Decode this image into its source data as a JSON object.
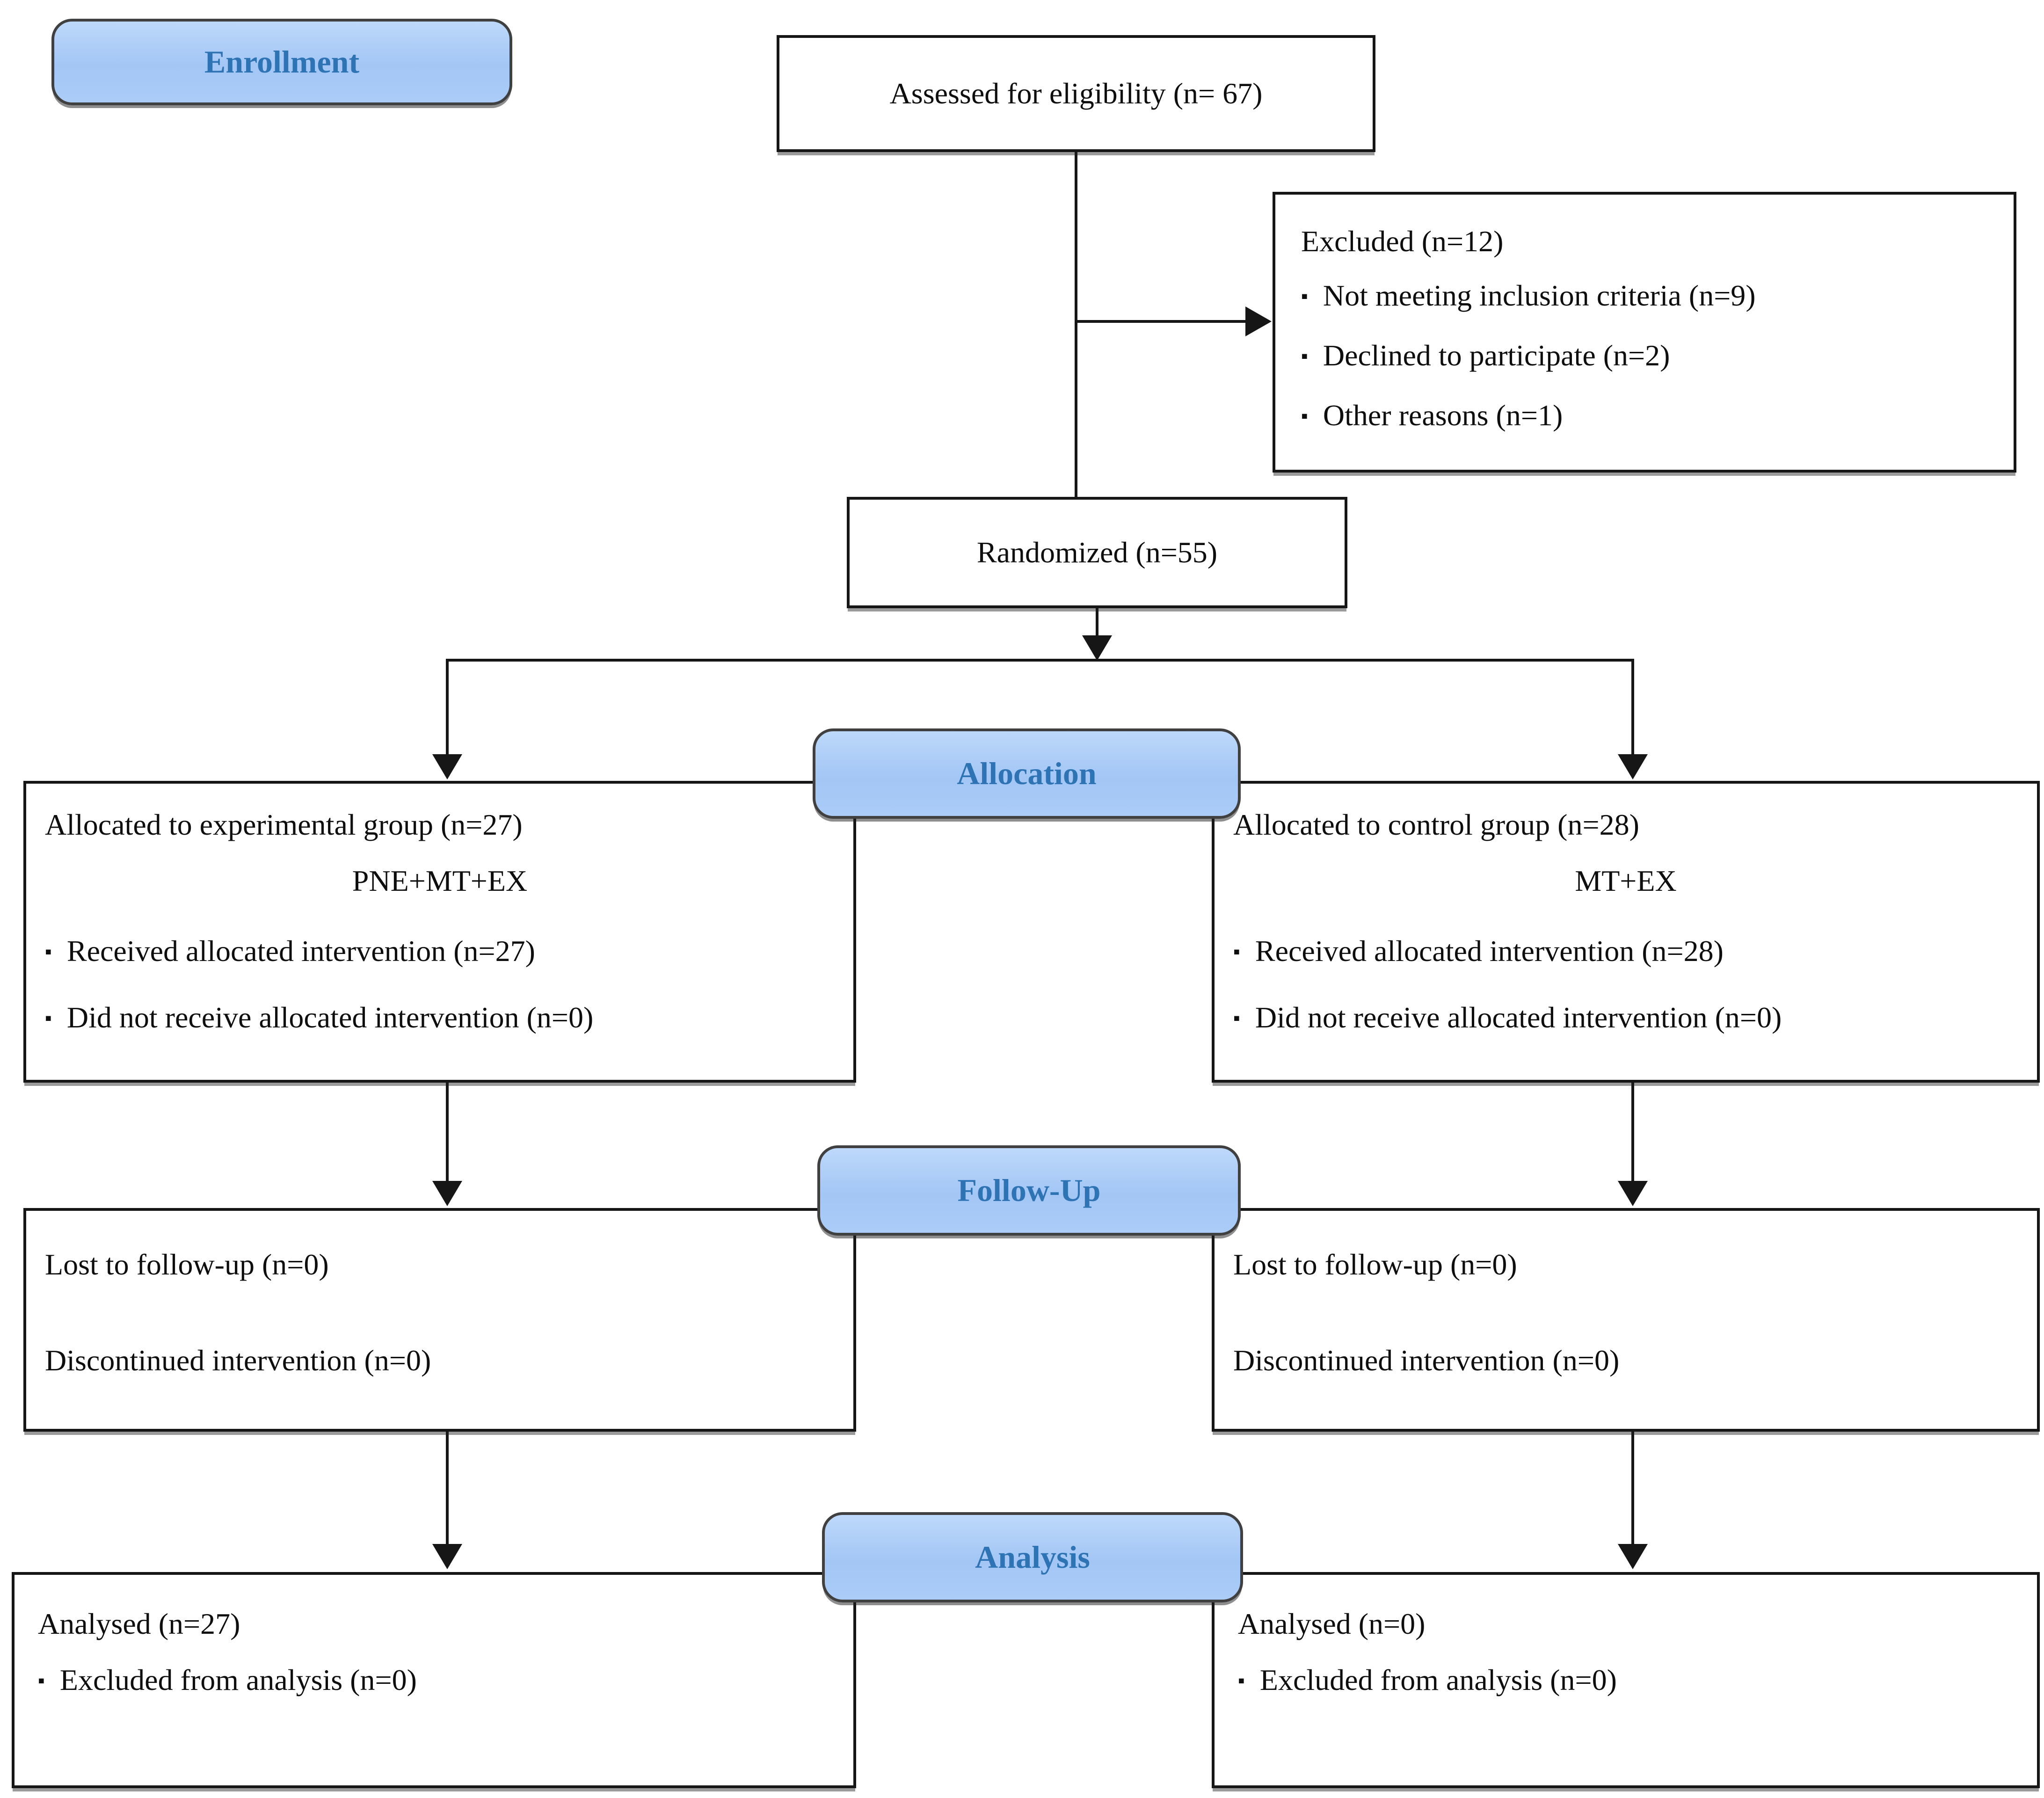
{
  "diagram": {
    "stages": {
      "enrollment": "Enrollment",
      "allocation": "Allocation",
      "followup": "Follow-Up",
      "analysis": "Analysis"
    },
    "bullet_char": "▪",
    "colors": {
      "badge_fill": "#A3C6F5",
      "badge_border": "#404040",
      "badge_text": "#2E74B5",
      "box_border": "#161616",
      "box_fill": "#FFFFFF",
      "line_color": "#161616"
    },
    "boxes": {
      "assessed": {
        "text": "Assessed for eligibility (n= 67)"
      },
      "excluded": {
        "title": "Excluded (n=12)",
        "items": [
          "Not meeting inclusion criteria (n=9)",
          "Declined to participate (n=2)",
          "Other reasons (n=1)"
        ]
      },
      "randomized": {
        "text": "Randomized (n=55)"
      },
      "allocated_experimental": {
        "title": "Allocated to experimental group (n=27)",
        "subtitle": "PNE+MT+EX",
        "items": [
          "Received allocated intervention (n=27)",
          "Did not receive allocated intervention (n=0)"
        ]
      },
      "allocated_control": {
        "title": "Allocated to control group (n=28)",
        "subtitle": "MT+EX",
        "items": [
          "Received allocated intervention (n=28)",
          "Did not receive allocated intervention (n=0)"
        ]
      },
      "followup_experimental": {
        "line1": "Lost to follow-up (n=0)",
        "line2": "Discontinued intervention (n=0)"
      },
      "followup_control": {
        "line1": "Lost to follow-up (n=0)",
        "line2": "Discontinued intervention (n=0)"
      },
      "analysis_experimental": {
        "title": "Analysed (n=27)",
        "items": [
          "Excluded from analysis (n=0)"
        ]
      },
      "analysis_control": {
        "title": "Analysed (n=0)",
        "items": [
          "Excluded from analysis (n=0)"
        ]
      }
    }
  }
}
